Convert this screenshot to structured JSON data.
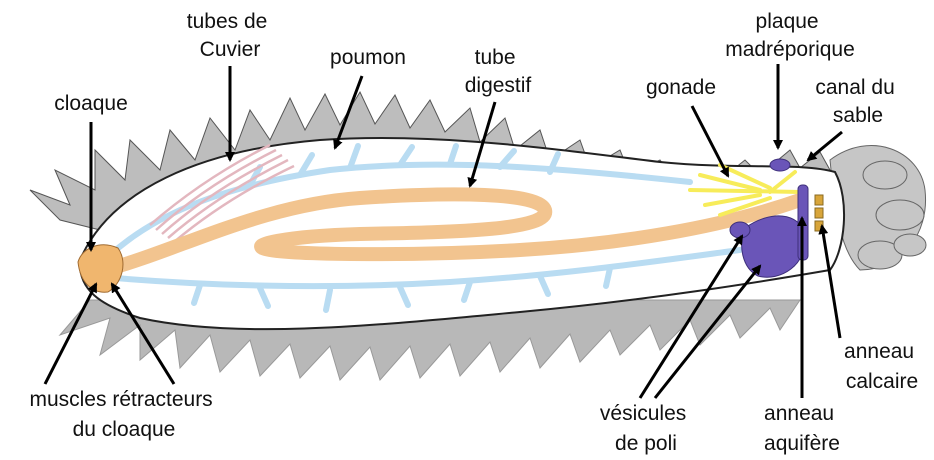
{
  "colors": {
    "background": "#ffffff",
    "body_outline": "#222222",
    "body_fill": "#ffffff",
    "spines": "#bdbdbd",
    "tube_feet": "#b8b8b8",
    "lung": "#b9dcf2",
    "lung_edge": "#8fbfe0",
    "gut": "#f2c48f",
    "gut_edge": "#d9a060",
    "cloaca": "#f0b66e",
    "gonad": "#f7ec5a",
    "water_vascular": "#6a55b8",
    "cuvier_tubes": "#e3b7bf",
    "ossicles": "#d8a53a",
    "tentacles": "#c6c6c6",
    "label_text": "#111111",
    "leader_line": "#000000"
  },
  "icons": [
    "sea-cucumber-anatomy-illustration"
  ],
  "labels": {
    "tubes_cuvier": [
      "tubes de",
      "Cuvier"
    ],
    "poumon": [
      "poumon"
    ],
    "tube_digestif": [
      "tube",
      "digestif"
    ],
    "plaque_madreporique": [
      "plaque",
      "madréporique"
    ],
    "canal_du_sable": [
      "canal du",
      "sable"
    ],
    "gonade": [
      "gonade"
    ],
    "cloaque": [
      "cloaque"
    ],
    "muscles_retracteurs": [
      "muscles rétracteurs",
      "du cloaque"
    ],
    "vesicules_de_poli": [
      "vésicules",
      "de poli"
    ],
    "anneau_aquifere": [
      "anneau",
      "aquifère"
    ],
    "anneau_calcaire": [
      "anneau",
      "calcaire"
    ]
  }
}
